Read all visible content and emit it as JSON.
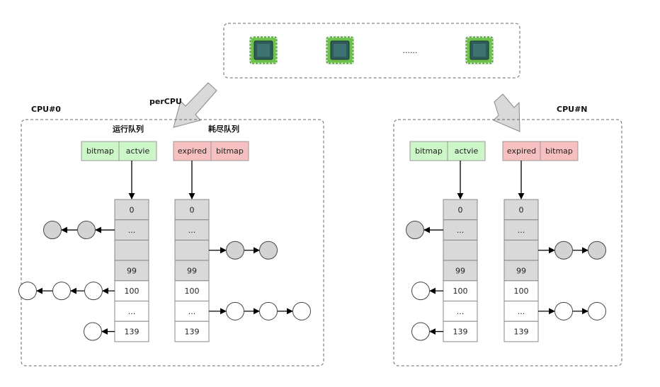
{
  "cpu_strip": {
    "ellipsis": "......"
  },
  "arrows": {
    "per_cpu_label": "perCPU"
  },
  "cpu0": {
    "title": "CPU#0",
    "run_queue_label": "运行队列",
    "expired_queue_label": "耗尽队列",
    "active_header": [
      "bitmap",
      "actvie"
    ],
    "expired_header": [
      "expired",
      "bitmap"
    ],
    "active_rows": [
      "0",
      "...",
      "",
      "99",
      "100",
      "...",
      "139"
    ],
    "expired_rows": [
      "0",
      "...",
      "",
      "99",
      "100",
      "...",
      "139"
    ]
  },
  "cpuN": {
    "title": "CPU#N",
    "active_header": [
      "bitmap",
      "actvie"
    ],
    "expired_header": [
      "expired",
      "bitmap"
    ],
    "active_rows": [
      "0",
      "...",
      "",
      "99",
      "100",
      "...",
      "139"
    ],
    "expired_rows": [
      "0",
      "...",
      "",
      "99",
      "100",
      "...",
      "139"
    ]
  },
  "colors": {
    "active_header": "#ccf5c8",
    "expired_header": "#f7c0c0",
    "priority_cell": "#d9d9d9",
    "normal_cell": "#ffffff",
    "rt_task": "#d3d3d3",
    "normal_task": "#ffffff",
    "big_arrow": "#d9d9d9"
  }
}
